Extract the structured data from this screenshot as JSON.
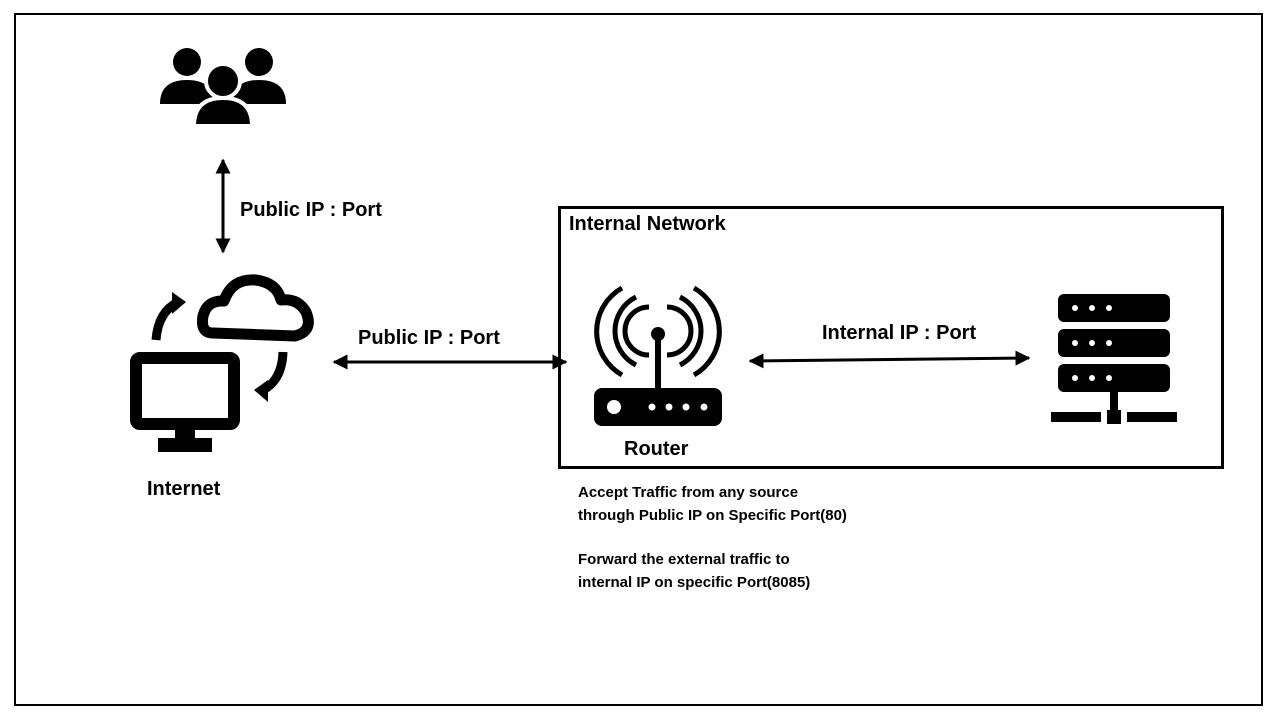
{
  "diagram": {
    "internal_network_title": "Internal Network",
    "internet_label": "Internet",
    "router_label": "Router",
    "link_users_internet": "Public IP : Port",
    "link_internet_router": "Public IP : Port",
    "link_router_server": "Internal IP : Port",
    "notes": {
      "line1": "Accept Traffic from any source",
      "line2": "through Public IP on Specific Port(80)",
      "line3": "Forward the external traffic to",
      "line4": "internal IP on specific Port(8085)"
    },
    "icons": {
      "users": "users-group-icon",
      "internet": "computer-cloud-sync-icon",
      "router": "wifi-router-icon",
      "server": "server-rack-icon"
    }
  }
}
